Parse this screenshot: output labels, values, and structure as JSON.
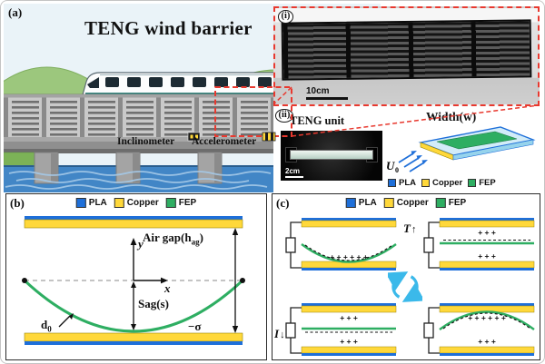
{
  "colors": {
    "pla_blue": "#1e6fd9",
    "copper_yellow": "#ffd83a",
    "fep_green": "#2eae62",
    "highlight_red": "#e8392f",
    "cycle_cyan": "#3bb9ea"
  },
  "panel_a": {
    "label": "(a)",
    "title": "TENG wind barrier",
    "inclinometer": "Inclinometer",
    "accelerometer": "Accelerometer"
  },
  "inset_i": {
    "label": "(i)",
    "scale": "10cm"
  },
  "inset_ii": {
    "label": "(ii)",
    "unit": "TENG unit",
    "scale": "2cm",
    "width": "Width(w)",
    "u_symbol": "U",
    "u_sub": "0"
  },
  "legend": {
    "items": [
      {
        "label": "PLA"
      },
      {
        "label": "Copper"
      },
      {
        "label": "FEP"
      }
    ]
  },
  "panel_b": {
    "label": "(b)",
    "air_gap_pre": "Air gap(h",
    "air_gap_sub": "ag",
    "air_gap_post": ")",
    "y_label": "y",
    "x_label": "x",
    "sag": "Sag(s)",
    "d_symbol": "d",
    "d_sub": "0",
    "sigma": "−σ"
  },
  "panel_c": {
    "label": "(c)",
    "t_label": "T",
    "t_arrow": "↑",
    "i_label": "I",
    "i_arrow": "↓",
    "states": [
      {
        "name": "contact-bottom",
        "top_charges": "",
        "bottom_charges": "+ + + + + +"
      },
      {
        "name": "release-up",
        "top_charges": "+ + +",
        "bottom_charges": "+ + +"
      },
      {
        "name": "press-down",
        "top_charges": "+ + +",
        "bottom_charges": "+ + +"
      },
      {
        "name": "contact-top",
        "top_charges": "+ + + + + +",
        "bottom_charges": "+ + +"
      }
    ]
  }
}
